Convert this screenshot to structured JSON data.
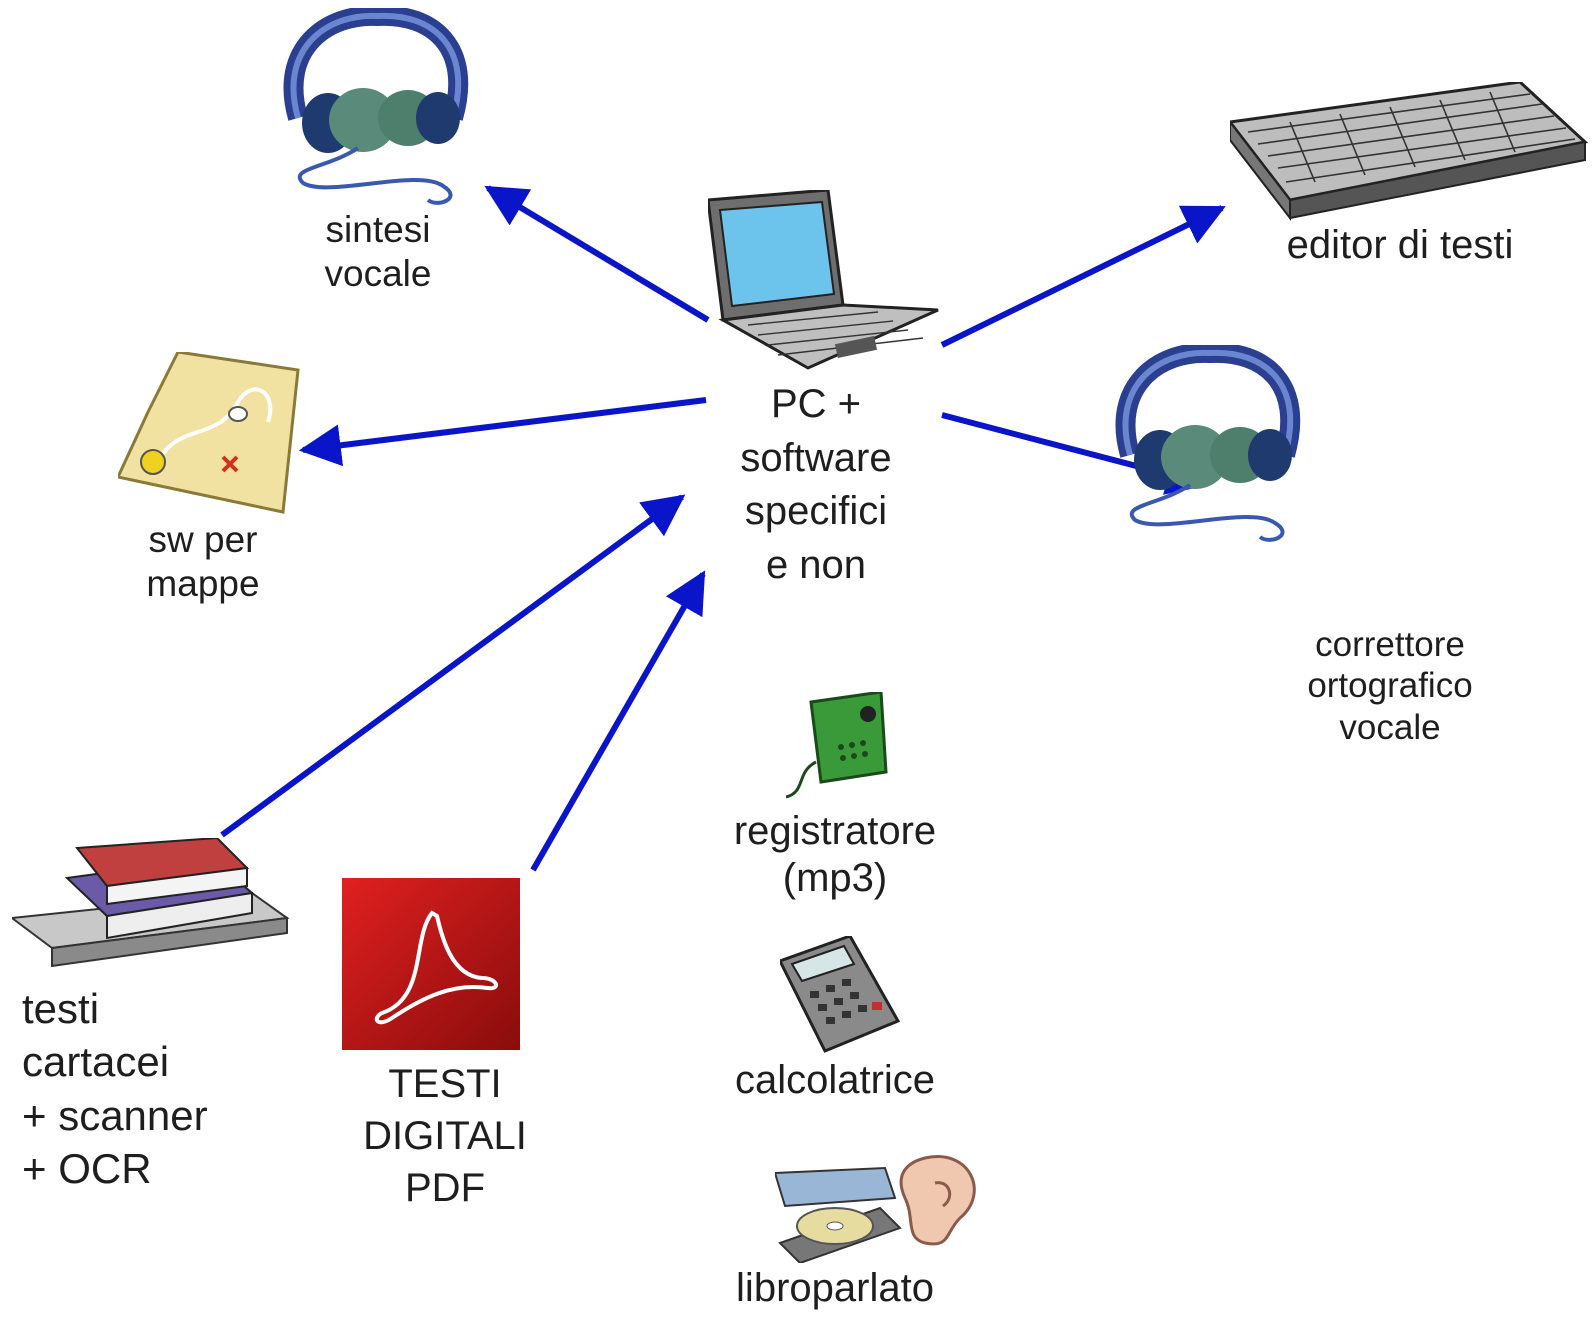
{
  "center": {
    "label": "PC +\nsoftware\nspecifici\ne non"
  },
  "nodes": {
    "sintesi_vocale": "sintesi\nvocale",
    "editor_testi": "editor di testi",
    "sw_mappe": "sw per\nmappe",
    "correttore": "correttore\nortografico\nvocale",
    "testi_cartacei": "testi\ncartacei\n+ scanner\n+ OCR",
    "testi_digitali": "TESTI\nDIGITALI\nPDF",
    "registratore": "registratore\n(mp3)",
    "calcolatrice": "calcolatrice",
    "libroparlato": "libroparlato"
  },
  "colors": {
    "arrow": "#0a14c8",
    "text": "#1e1e1e",
    "pdf_red": "#c01414"
  },
  "icons": [
    "headphones-icon",
    "laptop-icon",
    "keyboard-icon",
    "map-icon",
    "books-icon",
    "pdf-icon",
    "recorder-icon",
    "calculator-icon",
    "cd-ear-icon"
  ]
}
